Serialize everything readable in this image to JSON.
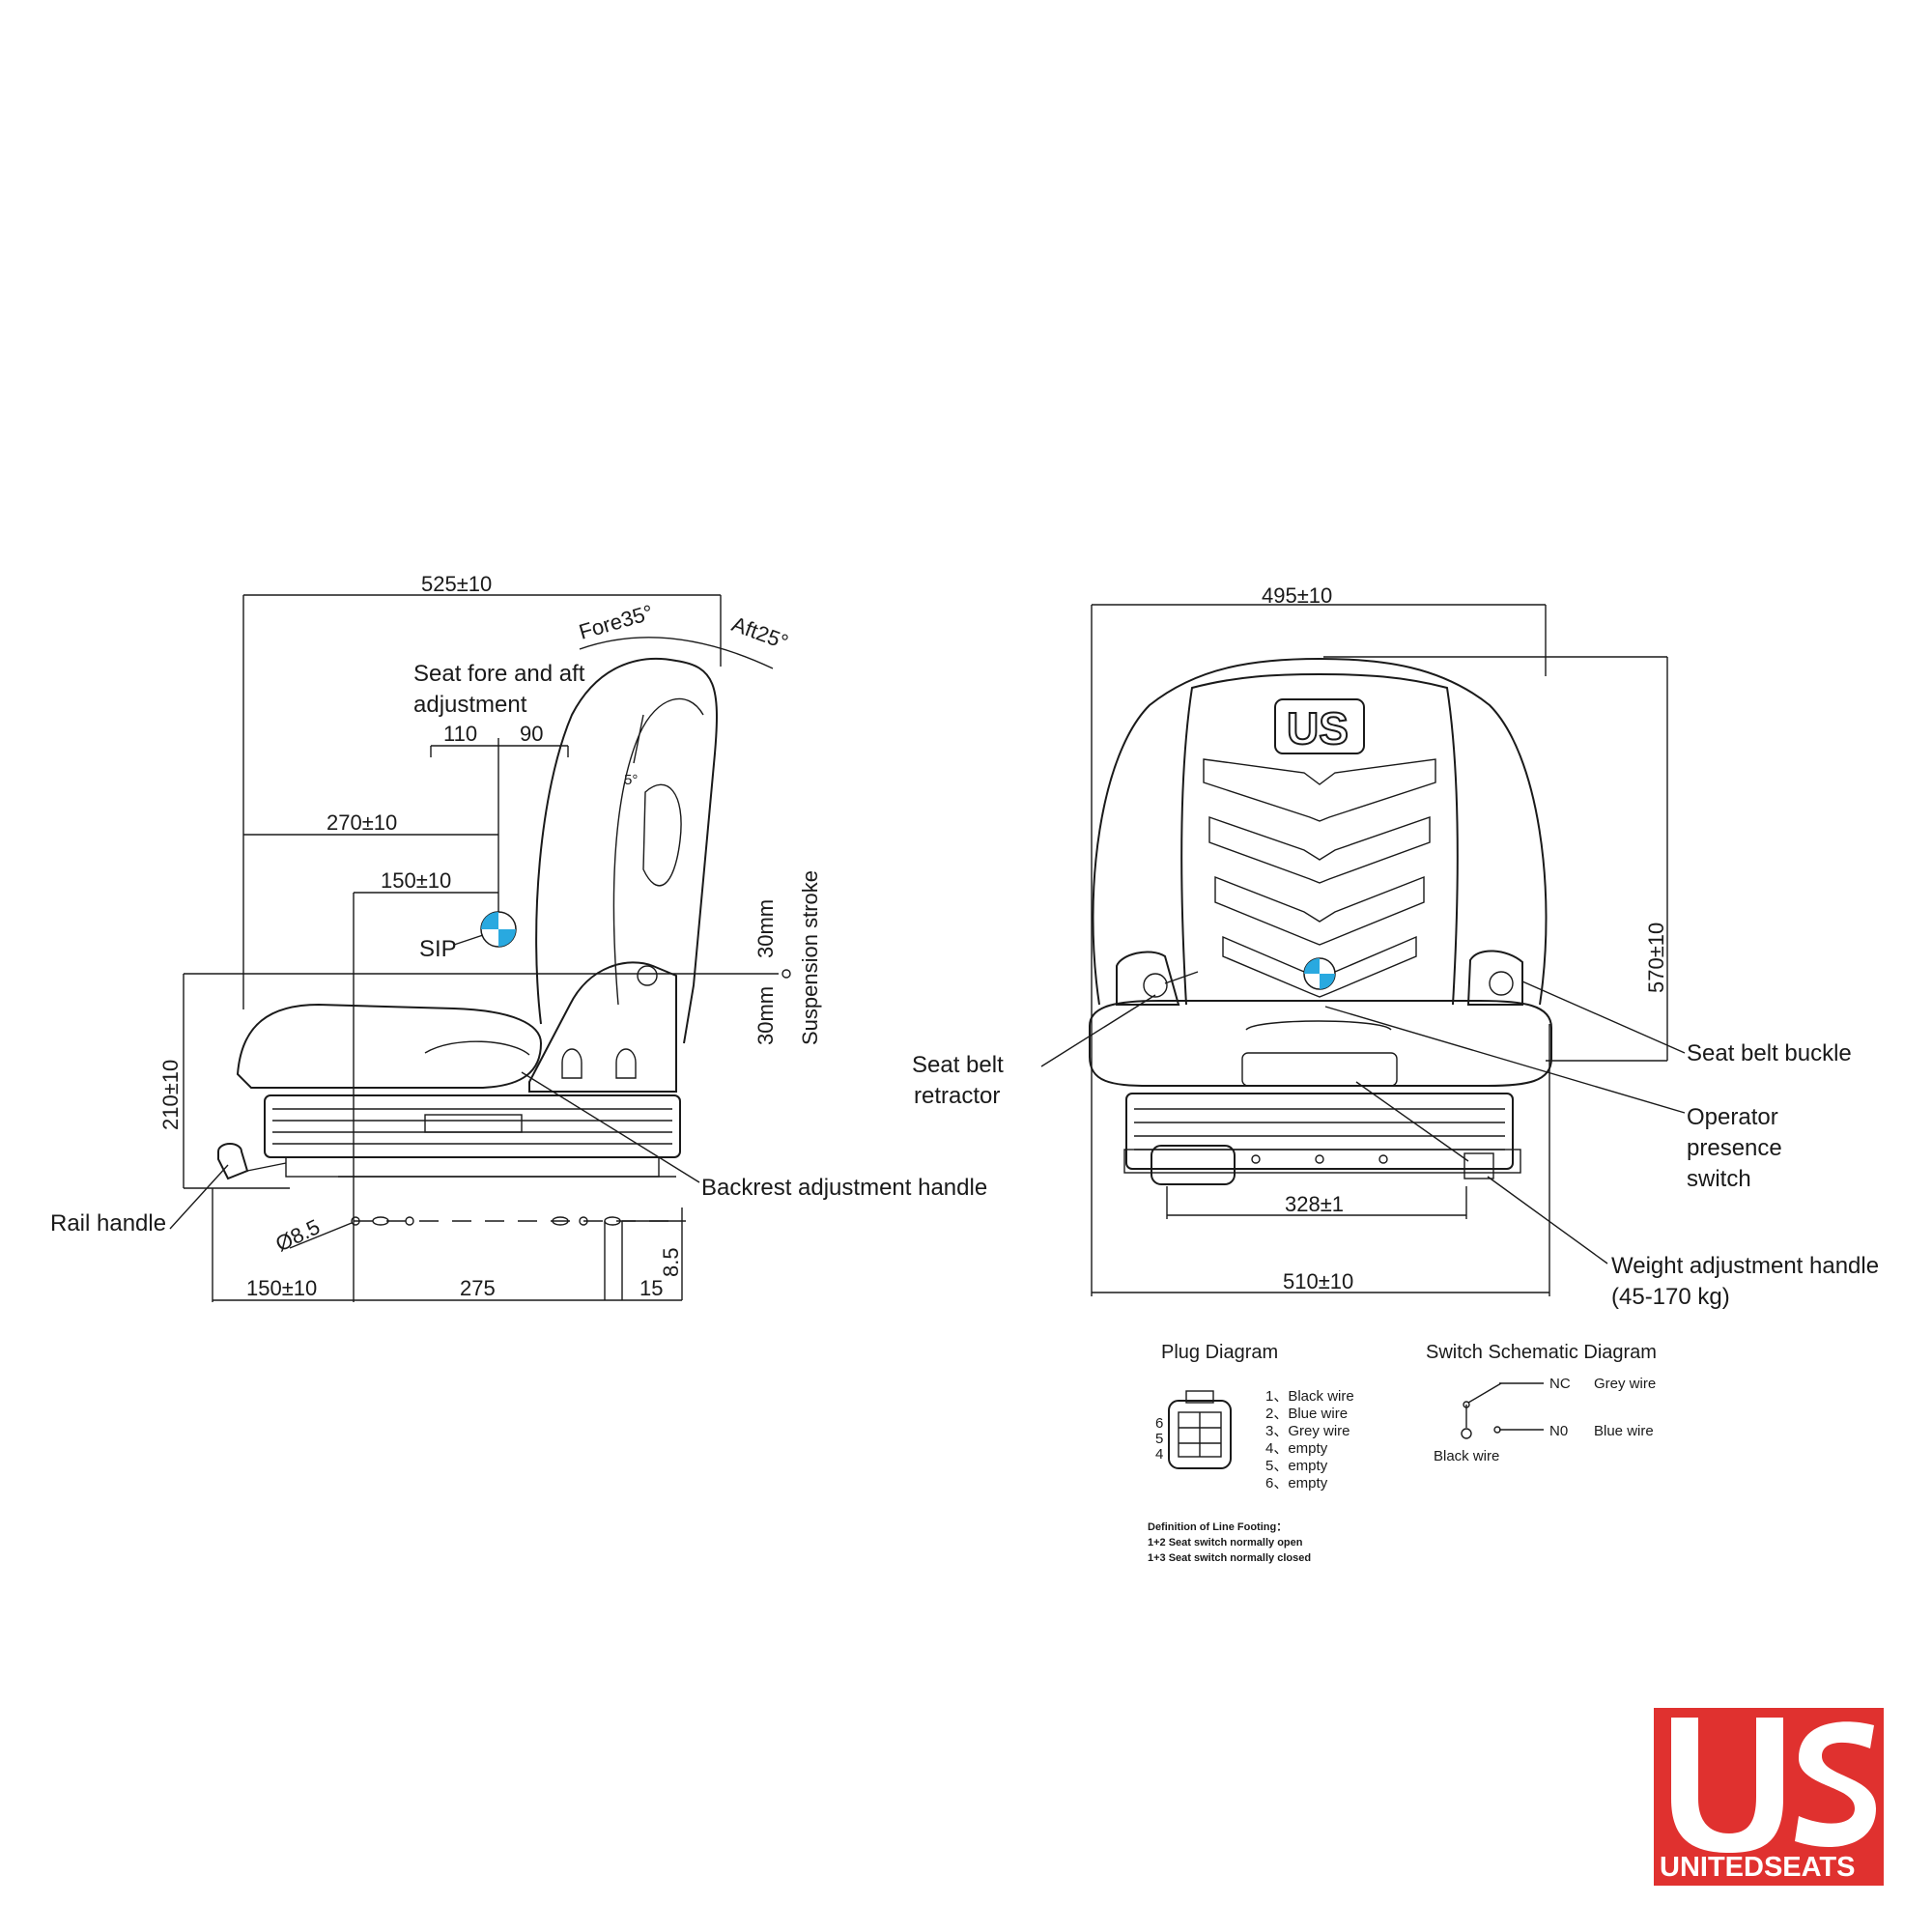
{
  "side_view": {
    "dimensions": {
      "overall_depth": "525±10",
      "fore_tilt": "Fore35°",
      "aft_tilt": "Aft25°",
      "fore_aft_caption_line1": "Seat fore and aft",
      "fore_aft_caption_line2": "adjustment",
      "fore_travel": "110",
      "aft_travel": "90",
      "backrest_angle": "5°",
      "sip_offset": "270±10",
      "rail_offset": "150±10",
      "sip_label": "SIP",
      "suspension_up": "30mm",
      "suspension_down": "30mm",
      "suspension_label": "Suspension stroke",
      "seat_height": "210±10",
      "hole_diameter": "Ø8.5",
      "front_to_rail": "150±10",
      "rail_spacing": "275",
      "rail_end": "15",
      "rail_height": "8.5"
    },
    "callouts": {
      "rail_handle": "Rail handle",
      "backrest_handle": "Backrest adjustment handle"
    }
  },
  "front_view": {
    "dimensions": {
      "top_width": "495±10",
      "backrest_height": "570±10",
      "mount_spacing": "328±1",
      "base_width": "510±10"
    },
    "logo_text": "US",
    "callouts": {
      "seat_belt_retractor_1": "Seat belt",
      "seat_belt_retractor_2": "retractor",
      "seat_belt_buckle": "Seat belt buckle",
      "operator_switch_1": "Operator",
      "operator_switch_2": "presence",
      "operator_switch_3": "switch",
      "weight_handle_1": "Weight adjustment handle",
      "weight_handle_2": "(45-170 kg)"
    }
  },
  "plug_diagram": {
    "title": "Plug  Diagram",
    "pins": [
      "1、Black wire",
      "2、Blue wire",
      "3、Grey wire",
      "4、empty",
      "5、empty",
      "6、empty"
    ],
    "pin_numbers_left": [
      "6",
      "5",
      "4"
    ]
  },
  "switch_diagram": {
    "title": "Switch Schematic Diagram",
    "nc_label": "NC",
    "nc_wire": "Grey wire",
    "no_label": "N0",
    "no_wire": "Blue wire",
    "common_wire": "Black wire"
  },
  "footnote": {
    "title": "Definition of Line Footing：",
    "line1": "1+2 Seat switch normally open",
    "line2": "1+3 Seat switch normally closed"
  },
  "brand": {
    "name": "UNITEDSEATS",
    "color_red": "#e0312f",
    "accent_blue": "#29a9e0"
  },
  "watermark": "UNITEDSEATS"
}
